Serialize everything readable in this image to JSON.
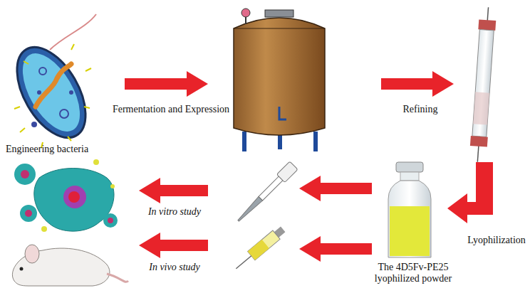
{
  "diagram": {
    "labels": [
      "Engineering bacteria",
      "Fermentation and Expression",
      "Refining",
      "Lyophilization",
      "The 4D5Fv-PE25 lyophilized powder",
      "In vitro study",
      "In vivo study"
    ]
  }
}
